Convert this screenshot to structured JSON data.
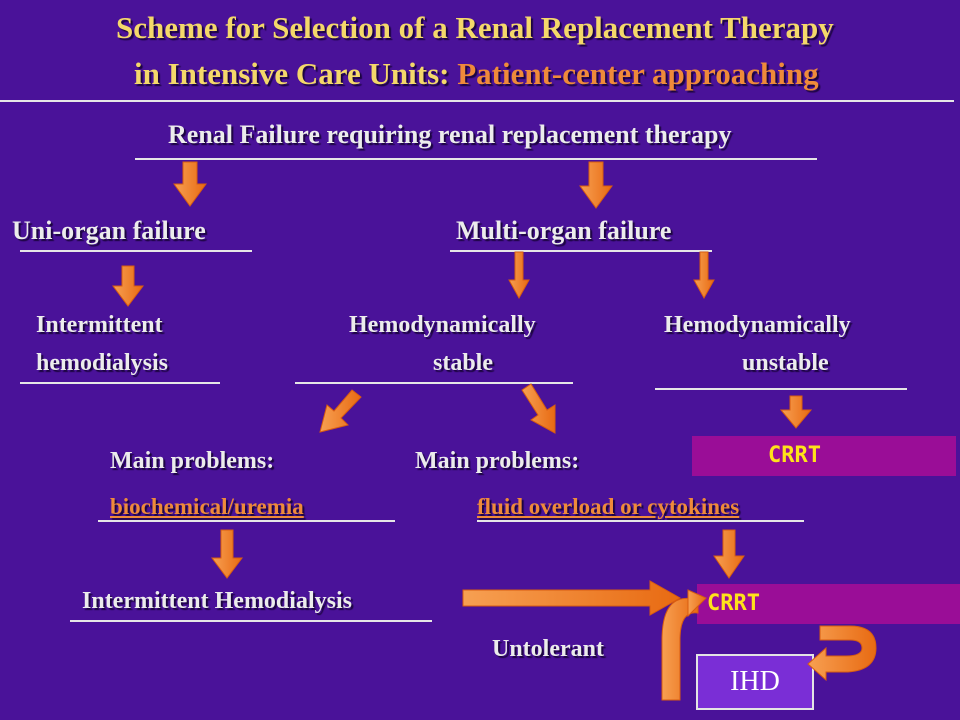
{
  "title": {
    "line1": "Scheme for Selection of a Renal Replacement Therapy",
    "line2_prefix": "in Intensive Care Units: ",
    "line2_accent": "Patient-center approaching"
  },
  "root": "Renal Failure requiring renal replacement therapy",
  "uni_organ": "Uni-organ failure",
  "multi_organ": "Multi-organ failure",
  "intermittent_hd_top": [
    "Intermittent",
    "hemodialysis"
  ],
  "hemo_stable": [
    "Hemodynamically",
    "stable"
  ],
  "hemo_unstable": [
    "Hemodynamically",
    "unstable"
  ],
  "main_problems_left": {
    "label": "Main problems:",
    "detail": "biochemical/uremia"
  },
  "main_problems_right": {
    "label": "Main problems:",
    "detail": "fluid overload or cytokines"
  },
  "crrt_top": "CRRT",
  "crrt_bottom": "CRRT",
  "intermittent_hd_bottom": "Intermittent Hemodialysis",
  "untolerant": "Untolerant",
  "ihd": "IHD",
  "colors": {
    "background": "#4a1299",
    "title": "#f4d86a",
    "accent": "#ef8a3a",
    "crrt_box": "#9a0d97",
    "crrt_text": "#ffe21a",
    "ihd_box": "#7a2ed6",
    "arrow": "#f07c24"
  }
}
